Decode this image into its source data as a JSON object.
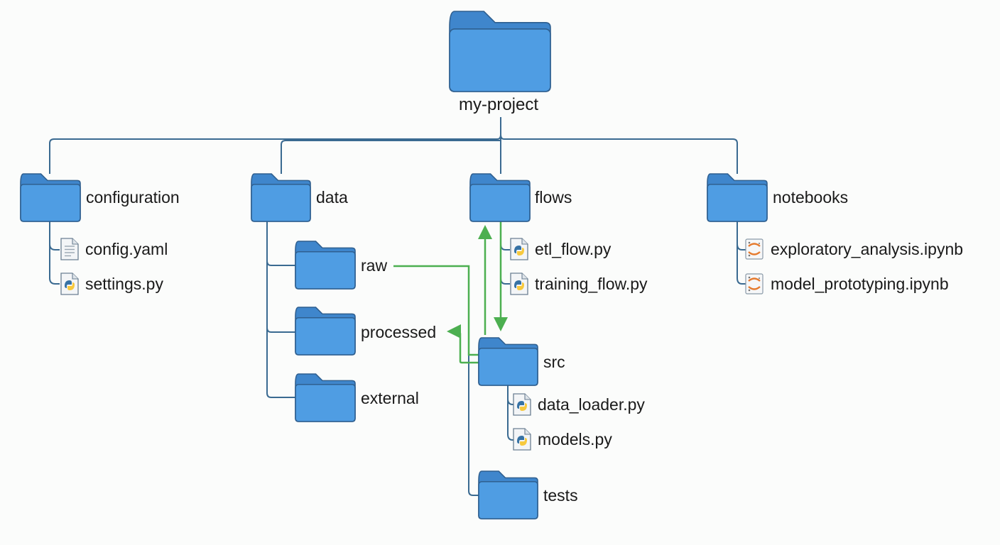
{
  "diagram": {
    "title": "my-project",
    "colors": {
      "folder_fill": "#4f9de3",
      "folder_tab": "#3f86cc",
      "folder_stroke": "#2f5f8f",
      "tree_line": "#3a6a91",
      "flow_arrow": "#4caf50",
      "python_blue": "#3772a4",
      "python_yellow": "#f7c93e",
      "jupyter_orange": "#e57a2e"
    },
    "root": {
      "name": "my-project",
      "type": "folder"
    },
    "folders": {
      "configuration": {
        "name": "configuration",
        "files": [
          {
            "name": "config.yaml",
            "icon": "text-file-icon"
          },
          {
            "name": "settings.py",
            "icon": "python-file-icon"
          }
        ]
      },
      "data": {
        "name": "data",
        "subfolders": [
          {
            "name": "raw"
          },
          {
            "name": "processed"
          },
          {
            "name": "external"
          }
        ]
      },
      "flows": {
        "name": "flows",
        "files": [
          {
            "name": "etl_flow.py",
            "icon": "python-file-icon"
          },
          {
            "name": "training_flow.py",
            "icon": "python-file-icon"
          }
        ]
      },
      "src": {
        "name": "src",
        "files": [
          {
            "name": "data_loader.py",
            "icon": "python-file-icon"
          },
          {
            "name": "models.py",
            "icon": "python-file-icon"
          }
        ]
      },
      "tests": {
        "name": "tests"
      },
      "notebooks": {
        "name": "notebooks",
        "files": [
          {
            "name": "exploratory_analysis.ipynb",
            "icon": "jupyter-notebook-icon"
          },
          {
            "name": "model_prototyping.ipynb",
            "icon": "jupyter-notebook-icon"
          }
        ]
      }
    },
    "flow_edges": [
      {
        "from": "raw",
        "to": "src"
      },
      {
        "from": "src",
        "to": "processed"
      },
      {
        "from": "src",
        "to": "flows"
      },
      {
        "from": "flows",
        "to": "src"
      }
    ]
  }
}
